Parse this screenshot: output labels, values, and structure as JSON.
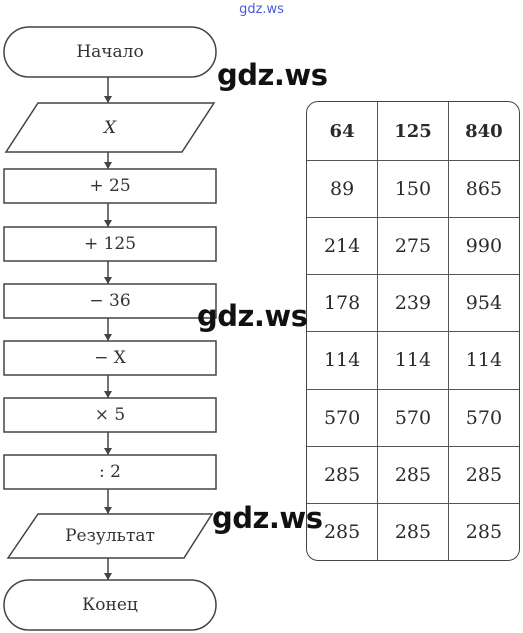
{
  "watermarks": {
    "top": "gdz.ws",
    "main": "gdz.ws"
  },
  "flowchart": {
    "start": "Начало",
    "input": "X",
    "steps": [
      "+ 25",
      "+ 125",
      "− 36",
      "− X",
      "× 5",
      ": 2"
    ],
    "output": "Результат",
    "end": "Конец"
  },
  "table": {
    "header": [
      "64",
      "125",
      "840"
    ],
    "rows": [
      [
        "89",
        "150",
        "865"
      ],
      [
        "214",
        "275",
        "990"
      ],
      [
        "178",
        "239",
        "954"
      ],
      [
        "114",
        "114",
        "114"
      ],
      [
        "570",
        "570",
        "570"
      ],
      [
        "285",
        "285",
        "285"
      ],
      [
        "285",
        "285",
        "285"
      ]
    ]
  }
}
